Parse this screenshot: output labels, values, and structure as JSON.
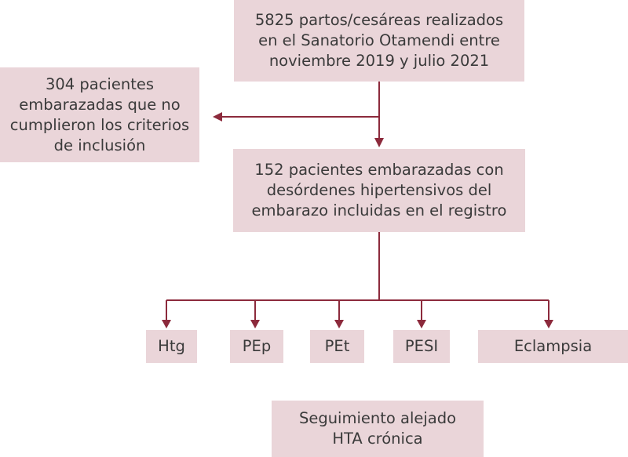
{
  "nodes": {
    "total": "5825 partos/cesáreas realizados\nen el Sanatorio Otamendi entre\nnoviembre 2019 y julio 2021",
    "excluded": "304 pacientes\nembarazadas que no\ncumplieron los criterios\nde inclusión",
    "included": "152 pacientes embarazadas con\ndesórdenes hipertensivos del\nembarazo incluidas en el registro",
    "htg": "Htg",
    "pep": "PEp",
    "pet": "PEt",
    "pesi": "PESI",
    "eclampsia": "Eclampsia",
    "followup": "Seguimiento alejado\nHTA crónica"
  },
  "colors": {
    "box_fill": "#ead5d9",
    "arrow": "#8c2a3c"
  }
}
